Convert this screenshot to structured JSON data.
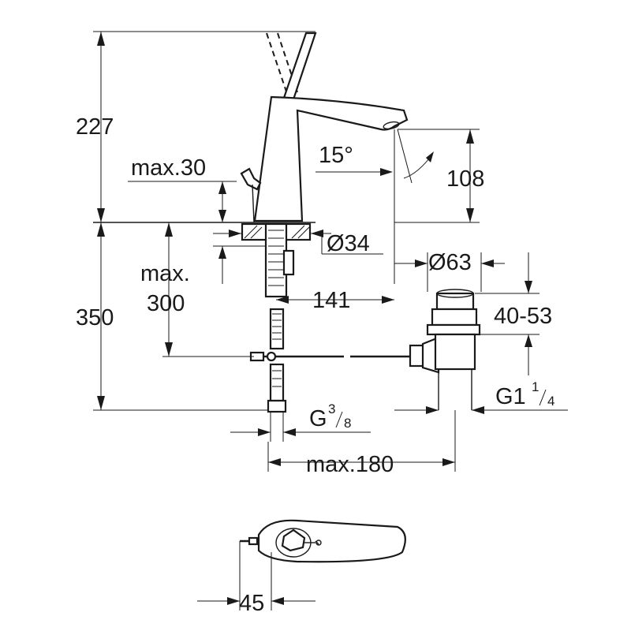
{
  "dimensions": {
    "total_height": "227",
    "spout_angle": "15°",
    "spout_height": "108",
    "lever_max": "max.30",
    "thread_pipe_max_label": "max.",
    "thread_pipe_max_value": "300",
    "hole_diameter": "Ø34",
    "spout_reach": "141",
    "counter_height": "350",
    "waste_diameter": "Ø63",
    "waste_adjust": "40-53",
    "connection_thread": "G",
    "connection_thread_num": "3",
    "connection_thread_den": "8",
    "waste_thread": "G1",
    "waste_thread_num": "1",
    "waste_thread_den": "4",
    "pullrod_max": "max.180",
    "top_width": "45"
  }
}
